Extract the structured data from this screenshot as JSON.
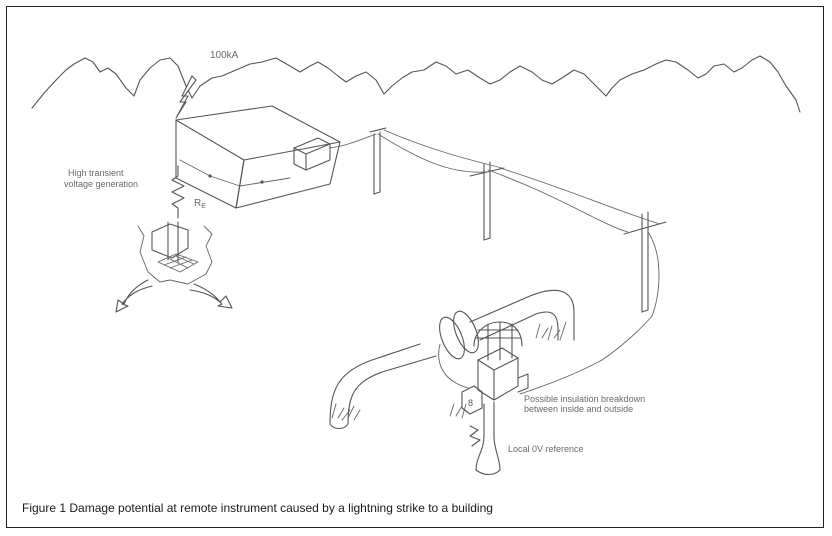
{
  "diagram": {
    "current_label": "100kA",
    "transient_label_line1": "High transient",
    "transient_label_line2": "voltage generation",
    "resistor_label": "R",
    "resistor_subscript": "E",
    "insulation_label_line1": "Possible insulation breakdown",
    "insulation_label_line2": "between inside and outside",
    "reference_label": "Local 0V reference"
  },
  "caption": "Figure 1  Damage potential at remote instrument caused by a lightning strike to a building"
}
